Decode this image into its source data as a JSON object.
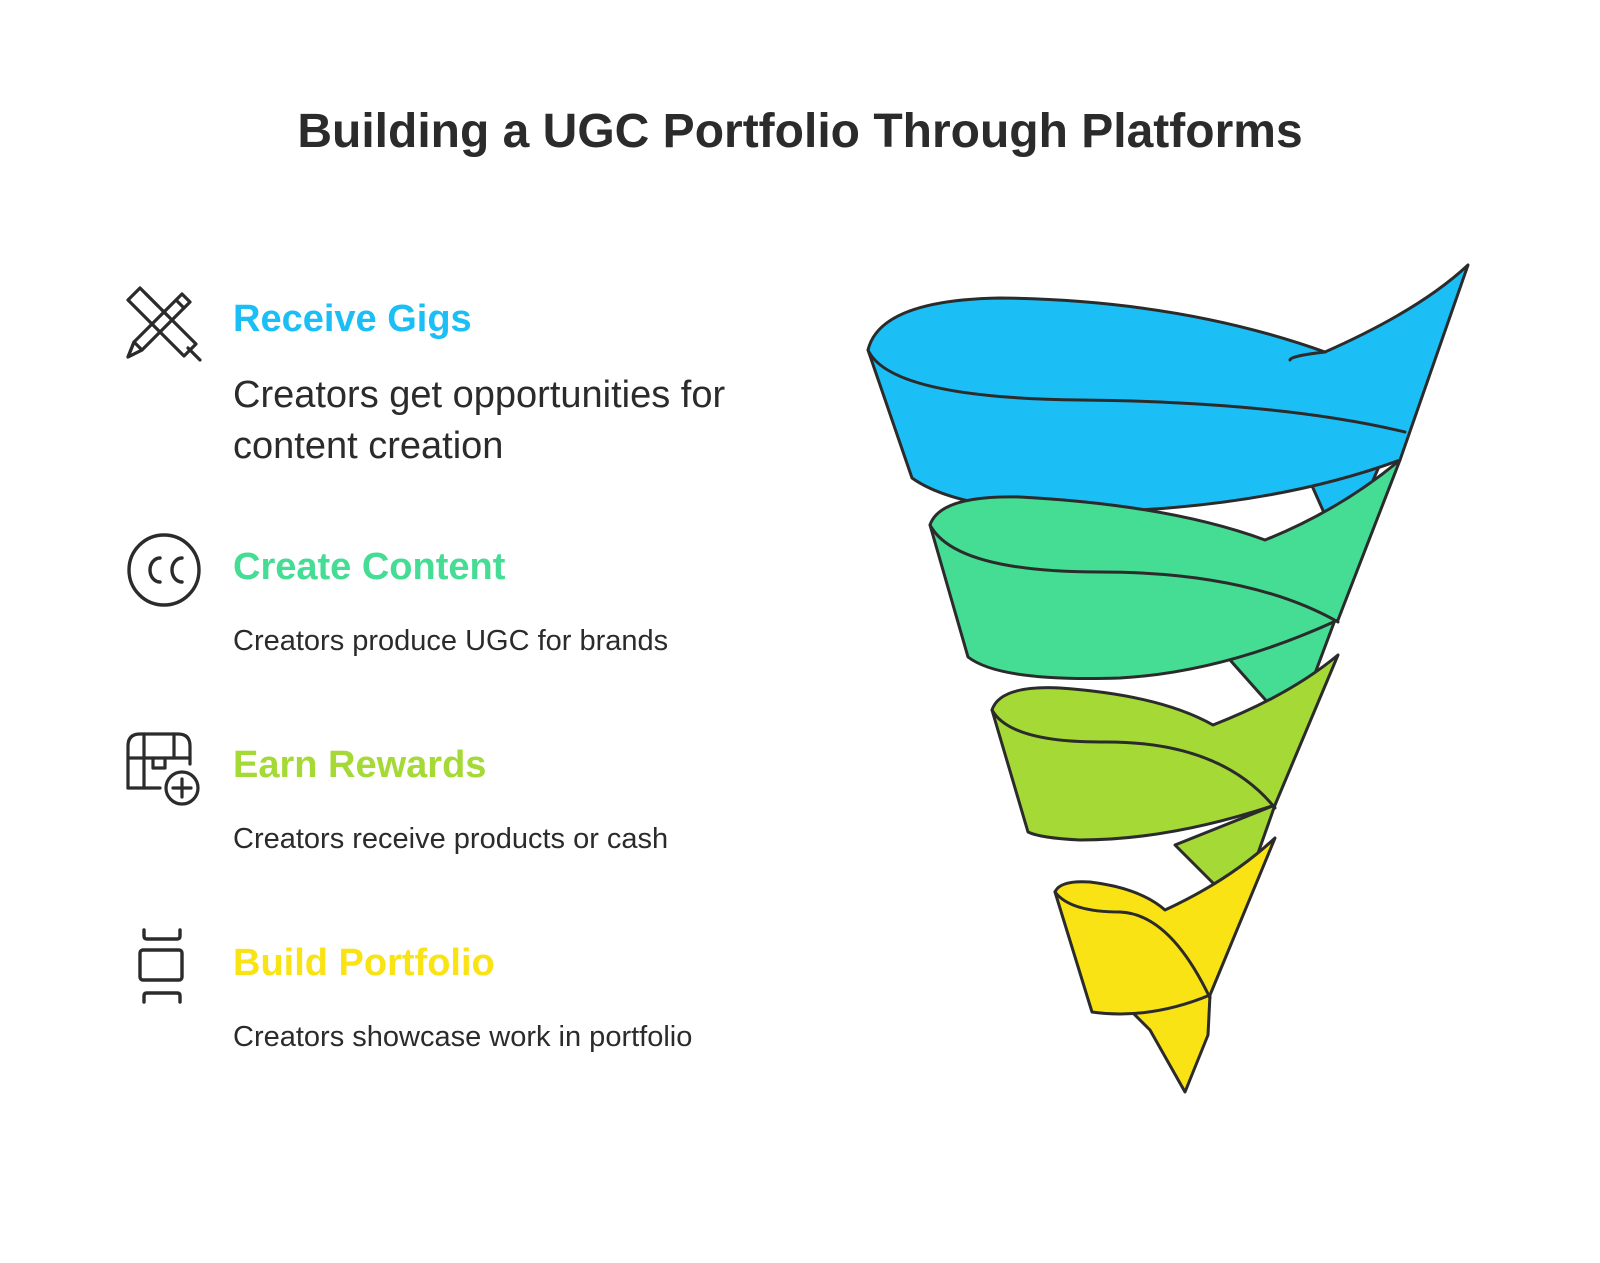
{
  "title": "Building a UGC Portfolio Through Platforms",
  "steps": [
    {
      "heading": "Receive Gigs",
      "description": "Creators get opportunities for content creation",
      "icon": "pencil-ruler-icon",
      "color": "#1BBFF6"
    },
    {
      "heading": "Create Content",
      "description": "Creators produce UGC for brands",
      "icon": "closed-captions-icon",
      "color": "#45DC94"
    },
    {
      "heading": "Earn Rewards",
      "description": "Creators receive products or cash",
      "icon": "treasure-chest-plus-icon",
      "color": "#A5D935"
    },
    {
      "heading": "Build Portfolio",
      "description": "Creators showcase work in portfolio",
      "icon": "gallery-vertical-icon",
      "color": "#FAE314"
    }
  ]
}
